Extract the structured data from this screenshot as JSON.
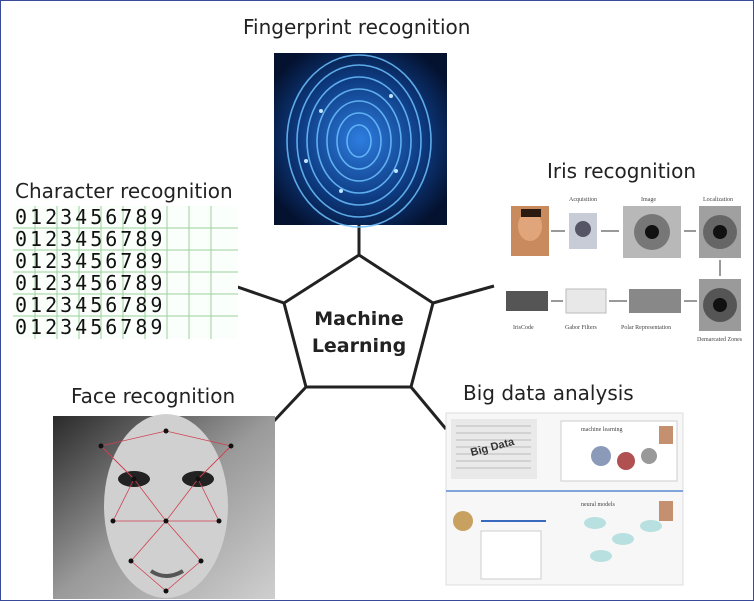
{
  "center": {
    "line1": "Machine",
    "line2": "Learning"
  },
  "labels": {
    "fingerprint": "Fingerprint recognition",
    "iris": "Iris recognition",
    "character": "Character recognition",
    "face": "Face recognition",
    "bigdata": "Big data analysis"
  },
  "iris_steps": [
    "Acquisition",
    "Image",
    "Localization",
    "IrisCode",
    "Gabor Filters",
    "Polar Representation",
    "Demarcated Zones"
  ],
  "digit_rows": [
    "0123456789",
    "0123456789",
    "0123456789",
    "0123456789",
    "0123456789",
    "0123456789"
  ],
  "bigdata": {
    "text": "Big Data",
    "panel_top": "machine learning",
    "panel_bottom": "neural models"
  },
  "colors": {
    "line": "#222222",
    "finger_bg": "#0a1a3a",
    "finger_glow": "#3fa0ff",
    "grid": "#9ed19e"
  }
}
